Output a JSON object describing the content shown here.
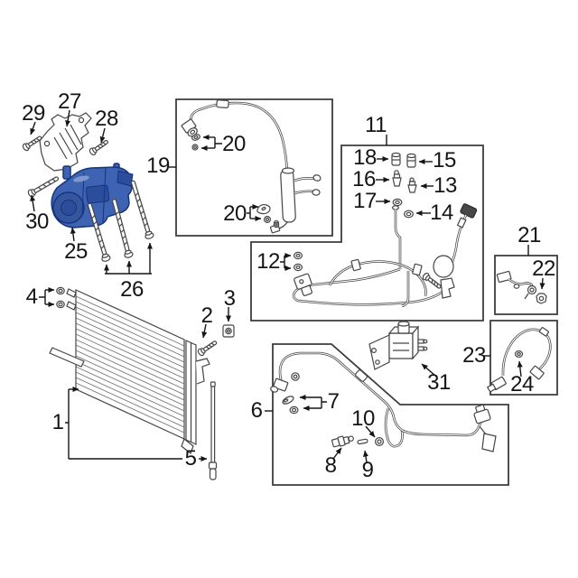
{
  "diagram": {
    "kind": "exploded-parts-diagram",
    "highlighted_part_number": "25"
  },
  "colors": {
    "background": "#ffffff",
    "line": "#454545",
    "box_border": "#3c3c3c",
    "callout_text": "#151515",
    "highlight_fill": "#3d63b2",
    "highlight_shade": "#2c4d9c",
    "highlight_outline": "#17357c"
  },
  "labels": {
    "p1": "1",
    "p2": "2",
    "p3": "3",
    "p4": "4",
    "p5": "5",
    "p6": "6",
    "p7": "7",
    "p8": "8",
    "p9": "9",
    "p10": "10",
    "p11": "11",
    "p12": "12",
    "p13": "13",
    "p14": "14",
    "p15": "15",
    "p16": "16",
    "p17": "17",
    "p18": "18",
    "p19": "19",
    "p20a": "20",
    "p20b": "20",
    "p21": "21",
    "p22": "22",
    "p23": "23",
    "p24": "24",
    "p25": "25",
    "p26": "26",
    "p27": "27",
    "p28": "28",
    "p29": "29",
    "p30": "30",
    "p31": "31"
  }
}
